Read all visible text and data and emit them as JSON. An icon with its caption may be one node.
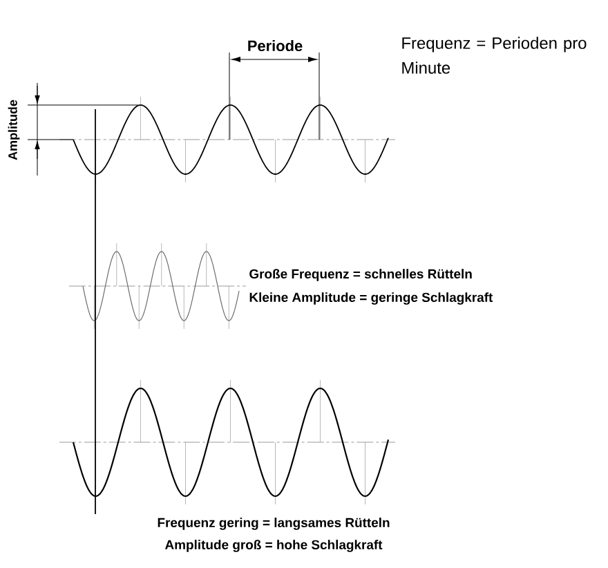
{
  "diagram": {
    "labels": [
      "Periode",
      "Frequenz = Perioden pro Minute",
      "Amplitude",
      "Große Frequenz = schnelles Rütteln",
      "Kleine Amplitude = geringe Schlagkraft",
      "Frequenz gering = langsames Rütteln",
      "Amplitude groß = hohe Schlagkraft"
    ]
  }
}
